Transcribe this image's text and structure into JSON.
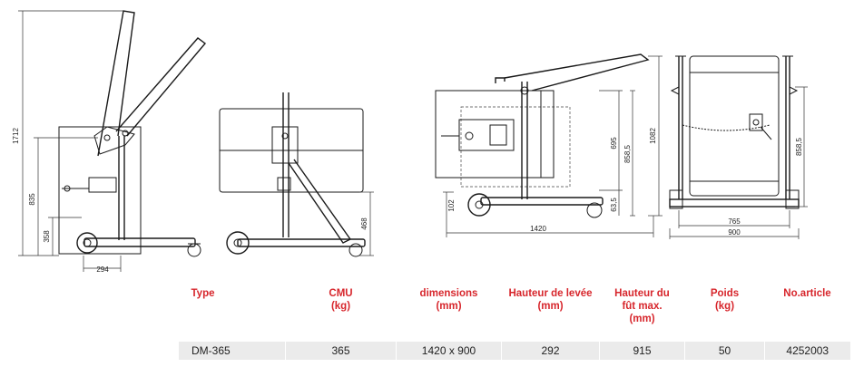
{
  "dimensions": {
    "d1712": "1712",
    "d835": "835",
    "d358": "358",
    "d294": "294",
    "d468": "468",
    "d1420": "1420",
    "d102": "102",
    "d695": "695",
    "d858a": "858,5",
    "d635": "63,5",
    "d1082": "1082",
    "d765": "765",
    "d900": "900",
    "d858b": "858,5"
  },
  "table": {
    "headers": {
      "type": "Type",
      "cmu": "CMU",
      "cmu_unit": "(kg)",
      "dims": "dimensions",
      "dims_unit": "(mm)",
      "lift": "Hauteur de levée",
      "lift_unit": "(mm)",
      "drum_h1": "Hauteur du",
      "drum_h2": "fût max.",
      "drum_unit": "(mm)",
      "weight": "Poids",
      "weight_unit": "(kg)",
      "article": "No.article"
    },
    "row": {
      "type": "DM-365",
      "cmu": "365",
      "dims": "1420 x 900",
      "lift": "292",
      "drum": "915",
      "weight": "50",
      "article": "4252003"
    }
  }
}
